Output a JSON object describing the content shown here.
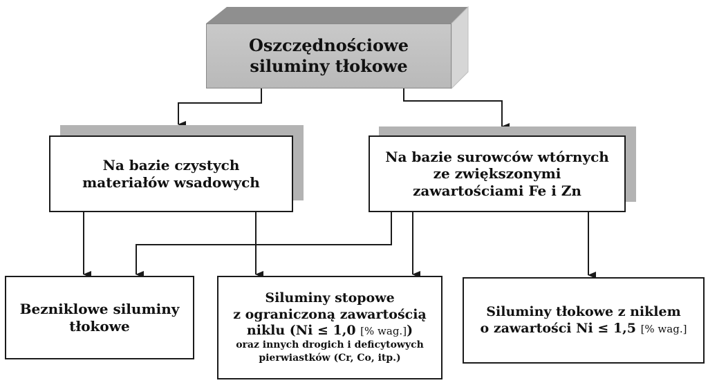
{
  "root": {
    "line1": "Oszczędnościowe",
    "line2": "siluminy tłokowe"
  },
  "level1": {
    "left": {
      "line1": "Na bazie czystych",
      "line2": "materiałów wsadowych"
    },
    "right": {
      "line1": "Na bazie surowców wtórnych",
      "line2": "ze zwiększonymi",
      "line3": "zawartościami Fe i Zn"
    }
  },
  "level2": {
    "a": {
      "line1": "Bezniklowe siluminy",
      "line2": "tłokowe"
    },
    "b": {
      "line1": "Siluminy stopowe",
      "line2": "z ograniczoną zawartością",
      "line3_main": "niklu (Ni ≤ 1,0",
      "line3_unit": "[% wag.]",
      "line3_end": ")",
      "line4": "oraz innych drogich i deficytowych",
      "line5": "pierwiastków (Cr, Co, itp.)"
    },
    "c": {
      "line1": "Siluminy tłokowe z niklem",
      "line2_main": "o zawartości Ni ≤ 1,5",
      "line2_unit": "[% wag.]"
    }
  },
  "colors": {
    "shadow": "#b3b3b3",
    "top_box": "#c0c0c0",
    "line": "#1a1a1a"
  }
}
